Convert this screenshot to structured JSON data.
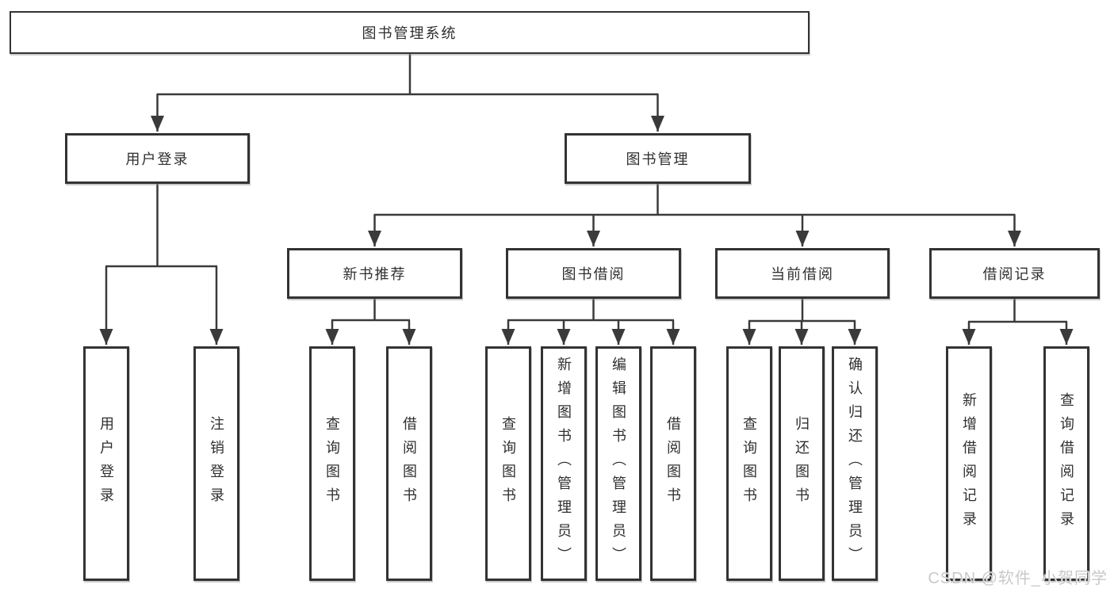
{
  "diagram_title": "图书管理系统",
  "colors": {
    "line": "#3a3a3a",
    "box_border": "#333333",
    "box_fill": "#ffffff",
    "text": "#2f2f2f",
    "watermark": "#c9c9c9"
  },
  "nodes": {
    "root": {
      "label": "图书管理系统"
    },
    "level2": [
      {
        "label": "用户登录"
      },
      {
        "label": "图书管理"
      }
    ],
    "level3": [
      {
        "label": "新书推荐",
        "parent": "图书管理"
      },
      {
        "label": "图书借阅",
        "parent": "图书管理"
      },
      {
        "label": "当前借阅",
        "parent": "图书管理"
      },
      {
        "label": "借阅记录",
        "parent": "图书管理"
      }
    ],
    "leaves": [
      {
        "label": "用户登录",
        "parent": "用户登录"
      },
      {
        "label": "注销登录",
        "parent": "用户登录"
      },
      {
        "label": "查询图书",
        "parent": "新书推荐"
      },
      {
        "label": "借阅图书",
        "parent": "新书推荐"
      },
      {
        "label": "查询图书",
        "parent": "图书借阅"
      },
      {
        "label": "新增图书（管理员）",
        "parent": "图书借阅"
      },
      {
        "label": "编辑图书（管理员）",
        "parent": "图书借阅"
      },
      {
        "label": "借阅图书",
        "parent": "图书借阅"
      },
      {
        "label": "查询图书",
        "parent": "当前借阅"
      },
      {
        "label": "归还图书",
        "parent": "当前借阅"
      },
      {
        "label": "确认归还（管理员）",
        "parent": "当前借阅"
      },
      {
        "label": "新增借阅记录",
        "parent": "借阅记录"
      },
      {
        "label": "查询借阅记录",
        "parent": "借阅记录"
      }
    ]
  },
  "watermark": {
    "text": "CSDN @软件_小贺同学"
  }
}
